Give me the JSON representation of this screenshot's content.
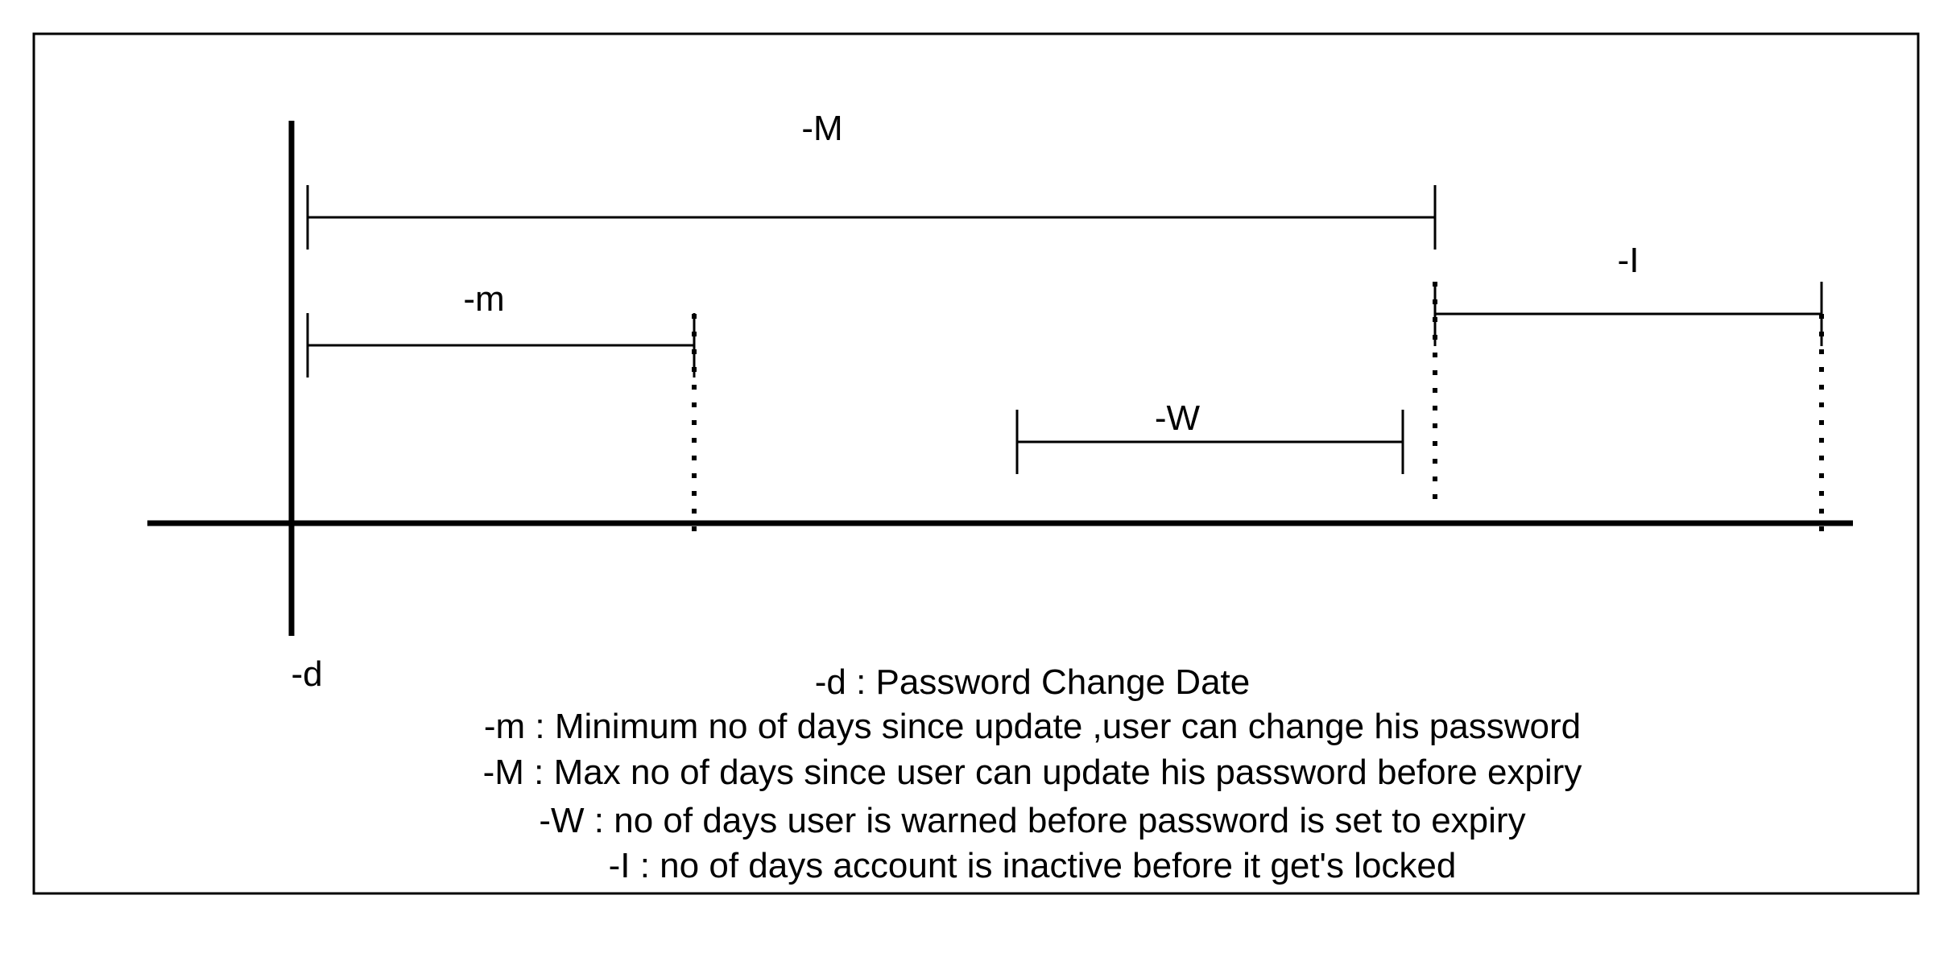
{
  "diagram": {
    "labels": {
      "M": "-M",
      "m": "-m",
      "W": "-W",
      "I": "-I",
      "d": "-d"
    },
    "legend": [
      "-d : Password Change Date",
      "-m : Minimum no of days since update ,user can change his password",
      "-M : Max no of days since user can update his password before expiry",
      "-W : no of days user is warned before password is set to expiry",
      "-I : no of days account is inactive before it get's locked"
    ]
  }
}
